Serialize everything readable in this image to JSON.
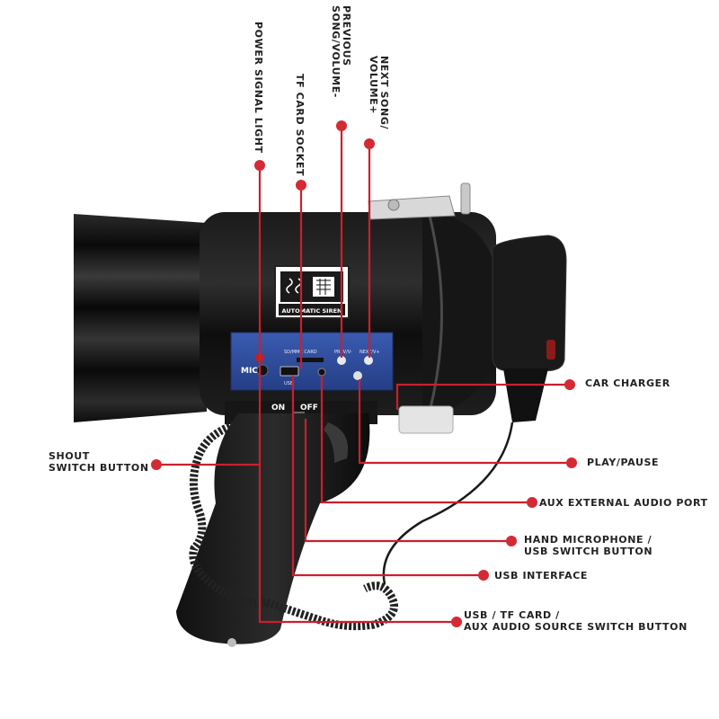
{
  "colors": {
    "leader": "#cc1f2d",
    "dot": "#d42a33",
    "body": "#141414",
    "panel": "#2f4d9c"
  },
  "product": {
    "siren_badge": "AUTOMATIC SIREN",
    "panel_labels": {
      "tf_card": "SD/MMC CARD",
      "usb": "USB",
      "prev": "PREV/V-",
      "next": "NEXT/V+",
      "mic": "MIC"
    },
    "switch": {
      "on": "ON",
      "off": "OFF"
    }
  },
  "callouts": {
    "power_signal_light": "POWER SIGNAL LIGHT",
    "tf_card_socket": "TF CARD SOCKET",
    "previous_song_l1": "PREVIOUS",
    "previous_song_l2": "SONG/VOLUME-",
    "next_song_l1": "NEXT SONG/",
    "next_song_l2": "VOLUME+",
    "car_charger": "CAR CHARGER",
    "shout_l1": "SHOUT",
    "shout_l2": "SWITCH BUTTON",
    "play_pause": "PLAY/PAUSE",
    "aux_port": "AUX EXTERNAL AUDIO PORT",
    "hand_mic_l1": "HAND MICROPHONE /",
    "hand_mic_l2": "USB SWITCH BUTTON",
    "usb_interface": "USB INTERFACE",
    "source_l1": "USB / TF CARD /",
    "source_l2": "AUX AUDIO SOURCE SWITCH BUTTON"
  }
}
